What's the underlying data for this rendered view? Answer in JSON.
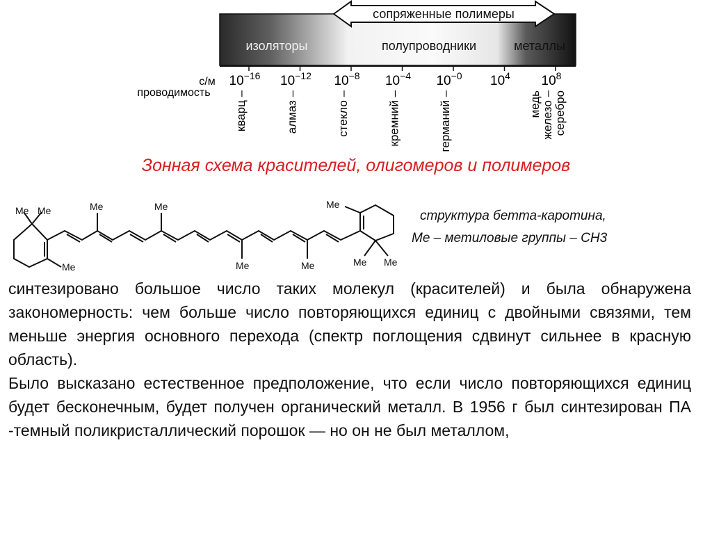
{
  "scale": {
    "banner_label": "сопряженные полимеры",
    "region_labels": [
      "изоляторы",
      "полупроводники",
      "металлы"
    ],
    "unit_label": "с/м",
    "axis_label": "проводимость",
    "ticks": [
      {
        "base": "10",
        "exp": "−16"
      },
      {
        "base": "10",
        "exp": "−12"
      },
      {
        "base": "10",
        "exp": "−8"
      },
      {
        "base": "10",
        "exp": "−4"
      },
      {
        "base": "10",
        "exp": "−0"
      },
      {
        "base": "10",
        "exp": "4"
      },
      {
        "base": "10",
        "exp": "8"
      }
    ],
    "materials": [
      [
        "кварц –"
      ],
      [
        "алмаз –"
      ],
      [
        "стекло –"
      ],
      [
        "кремний –"
      ],
      [
        "германий –"
      ],
      [],
      [
        "медь",
        "железо –",
        "серебро"
      ]
    ]
  },
  "title": "Зонная схема красителей, олигомеров и полимеров",
  "molecule": {
    "me_label": "Me"
  },
  "caption": {
    "line1": "структура  бетта-каротина,",
    "line2": "Me – метиловые группы – СН3"
  },
  "body": {
    "paragraph1": "синтезировано большое число таких молекул (красителей) и была обнаружена  закономерность: чем больше число повторяющихся единиц с двойными связями, тем меньше энергия основного перехода (спектр поглощения сдвинут сильнее в красную область).",
    "paragraph2": "Было высказано естественное предположение, что если число повторяющихся единиц будет бесконечным, будет получен органический металл. В 1956 г был синтезирован ПА -темный поликристаллический порошок —  но он не был металлом,"
  }
}
